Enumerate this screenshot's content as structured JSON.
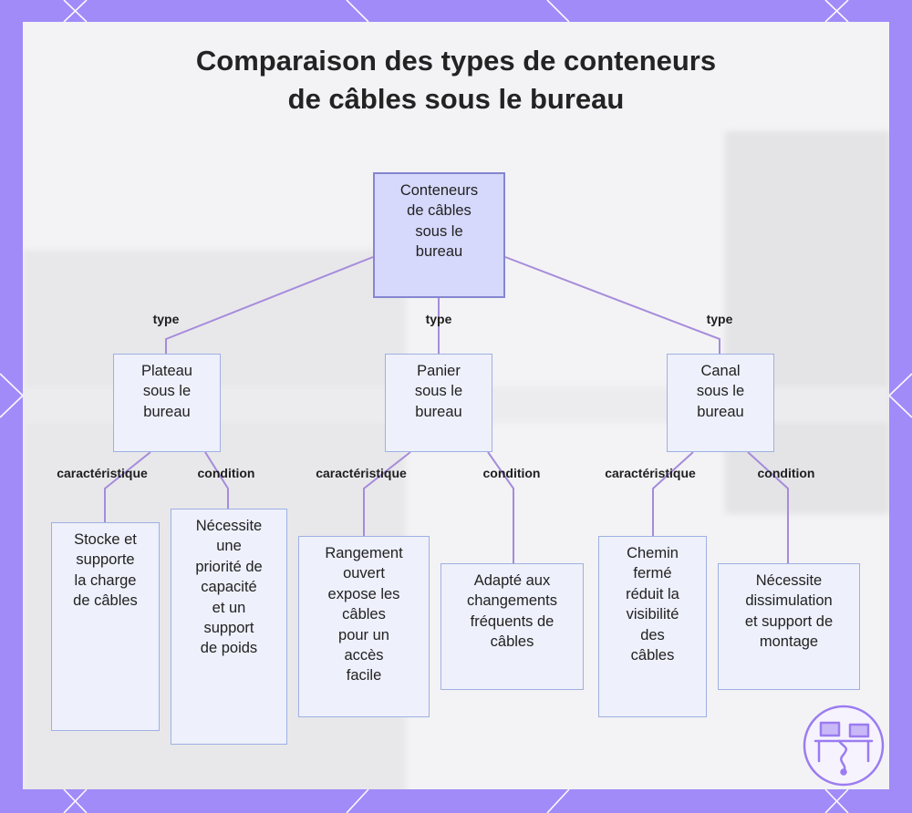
{
  "title": [
    "Comparaison des types de conteneurs",
    "de câbles sous le bureau"
  ],
  "root": {
    "lines": [
      "Conteneurs",
      "de câbles",
      "sous le",
      "bureau"
    ]
  },
  "edge_labels": {
    "type": "type",
    "characteristic": "caractéristique",
    "condition": "condition"
  },
  "branches": [
    {
      "type_lines": [
        "Plateau",
        "sous le",
        "bureau"
      ],
      "characteristic_lines": [
        "Stocke et",
        "supporte",
        "la charge",
        "de câbles"
      ],
      "condition_lines": [
        "Nécessite",
        "une",
        "priorité de",
        "capacité",
        "et un",
        "support",
        "de poids"
      ]
    },
    {
      "type_lines": [
        "Panier",
        "sous le",
        "bureau"
      ],
      "characteristic_lines": [
        "Rangement",
        "ouvert",
        "expose les",
        "câbles",
        "pour un",
        "accès",
        "facile"
      ],
      "condition_lines": [
        "Adapté aux",
        "changements",
        "fréquents de",
        "câbles"
      ]
    },
    {
      "type_lines": [
        "Canal",
        "sous le",
        "bureau"
      ],
      "characteristic_lines": [
        "Chemin",
        "fermé",
        "réduit la",
        "visibilité",
        "des",
        "câbles"
      ],
      "condition_lines": [
        "Nécessite",
        "dissimulation",
        "et support de",
        "montage"
      ]
    }
  ],
  "colors": {
    "frame": "#a18bf8",
    "frame_diagonals": "#ffffff",
    "edge": "#a68bdb",
    "root_fill": "#d6d9fb",
    "root_border": "#8586d0",
    "node_fill": "#eef0fb",
    "node_border": "#9fb0e2",
    "logo": "#9b7cf0"
  },
  "logo_icon": "desk-cable-icon"
}
